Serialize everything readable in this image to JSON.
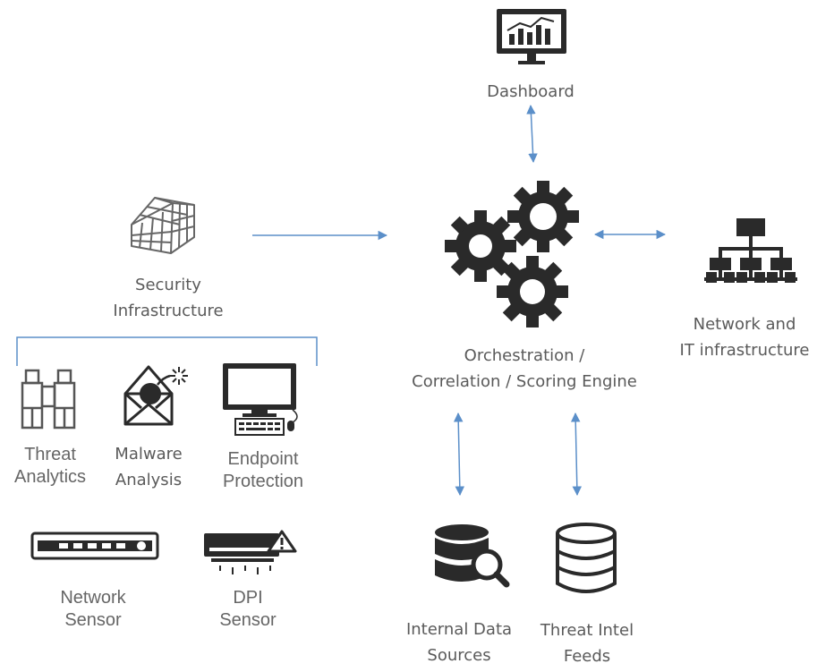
{
  "colors": {
    "arrow": "#5b8fc9",
    "icon": "#2a2a2a",
    "label": "#5a5a5a"
  },
  "dashboard": {
    "label": "Dashboard",
    "icon": "monitor-chart-icon"
  },
  "engine": {
    "line1": "Orchestration /",
    "line2": "Correlation / Scoring Engine",
    "icon": "gears-icon"
  },
  "security": {
    "line1": "Security",
    "line2": "Infrastructure",
    "icon": "cube-grid-icon"
  },
  "network_it": {
    "line1": "Network and",
    "line2": "IT infrastructure",
    "icon": "network-hierarchy-icon"
  },
  "tools": {
    "threat_analytics": {
      "line1": "Threat",
      "line2": "Analytics",
      "icon": "binoculars-icon"
    },
    "malware_analysis": {
      "line1": "Malware",
      "line2": "Analysis",
      "icon": "malware-envelope-icon"
    },
    "endpoint_protection": {
      "line1": "Endpoint",
      "line2": "Protection",
      "icon": "desktop-computer-icon"
    },
    "network_sensor": {
      "line1": "Network",
      "line2": "Sensor",
      "icon": "network-sensor-icon"
    },
    "dpi_sensor": {
      "line1": "DPI",
      "line2": "Sensor",
      "icon": "dpi-sensor-icon"
    }
  },
  "data_sources": {
    "internal": {
      "line1": "Internal Data",
      "line2": "Sources",
      "icon": "database-search-icon"
    },
    "threat_intel": {
      "line1": "Threat Intel",
      "line2": "Feeds",
      "icon": "database-icon"
    }
  }
}
